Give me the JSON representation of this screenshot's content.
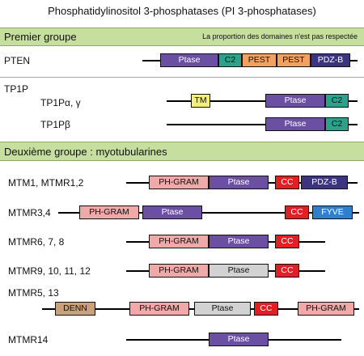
{
  "title": "Phosphatidylinositol 3-phosphatases (PI 3-phosphatases)",
  "group1": {
    "label": "Premier groupe",
    "note": "La proportion des domaines n'est pas respectée"
  },
  "group2": {
    "label": "Deuxième groupe : myotubularines"
  },
  "labels": {
    "pten": "PTEN",
    "tp1p": "TP1P",
    "tp1p_ag": "TP1Pα, γ",
    "tp1p_b": "TP1Pβ",
    "mtm1": "MTM1, MTMR1,2",
    "mtmr34": "MTMR3,4",
    "mtmr678": "MTMR6, 7, 8",
    "mtmr9": "MTMR9, 10, 11, 12",
    "mtmr5": "MTMR5, 13",
    "mtmr14": "MTMR14"
  },
  "domains": {
    "ptase": "Ptase",
    "c2": "C2",
    "pest": "PEST",
    "pdzb": "PDZ-B",
    "tm": "TM",
    "phgram": "PH-GRAM",
    "cc": "CC",
    "fyve": "FYVE",
    "denn": "DENN"
  }
}
